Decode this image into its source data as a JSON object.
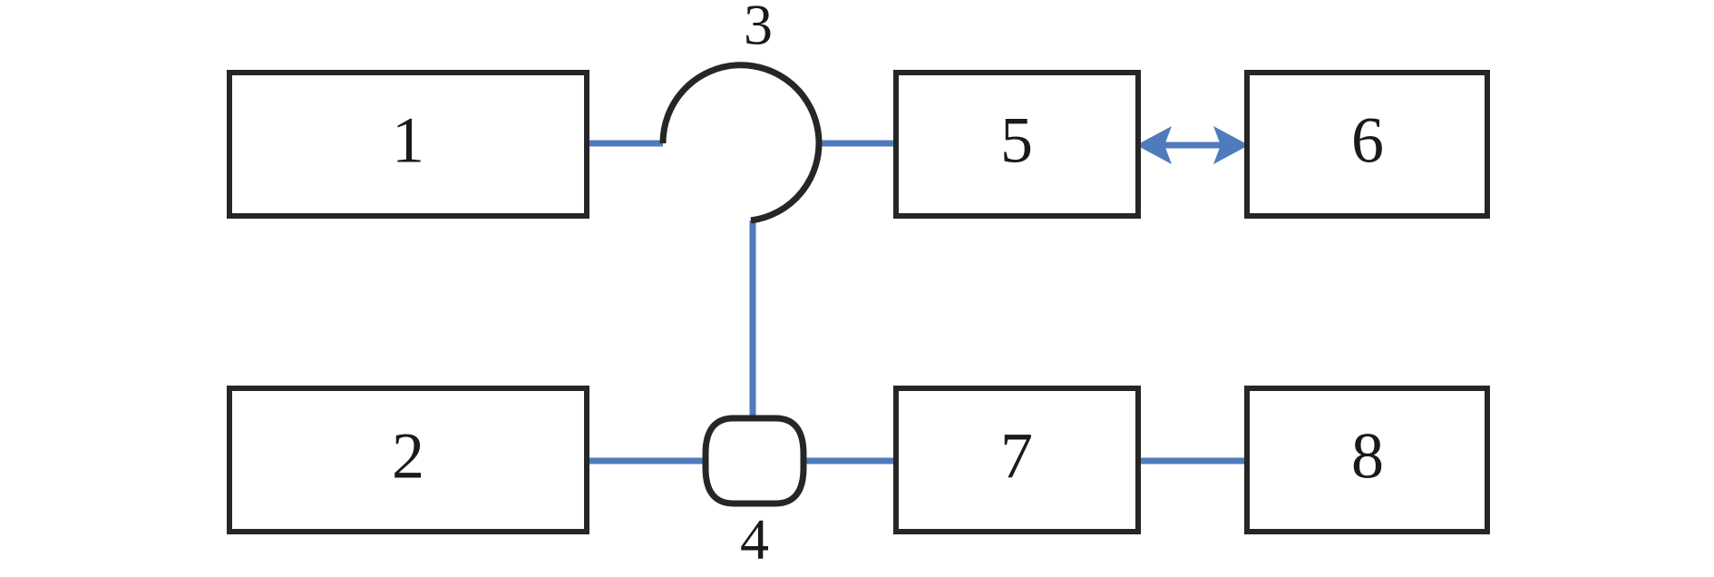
{
  "diagram": {
    "type": "block-diagram",
    "background_color": "#ffffff",
    "box_stroke_color": "#262626",
    "node_stroke_color": "#262626",
    "edge_color": "#4f7bbd",
    "label_color": "#1a1a1a",
    "nodes": [
      {
        "id": "1",
        "label": "1",
        "shape": "rectangle",
        "label_position": "inside"
      },
      {
        "id": "2",
        "label": "2",
        "shape": "rectangle",
        "label_position": "inside"
      },
      {
        "id": "3",
        "label": "3",
        "shape": "open-circle",
        "label_position": "above"
      },
      {
        "id": "4",
        "label": "4",
        "shape": "rounded-square",
        "label_position": "below"
      },
      {
        "id": "5",
        "label": "5",
        "shape": "rectangle",
        "label_position": "inside"
      },
      {
        "id": "6",
        "label": "6",
        "shape": "rectangle",
        "label_position": "inside"
      },
      {
        "id": "7",
        "label": "7",
        "shape": "rectangle",
        "label_position": "inside"
      },
      {
        "id": "8",
        "label": "8",
        "shape": "rectangle",
        "label_position": "inside"
      }
    ],
    "edges": [
      {
        "from": "1",
        "to": "3",
        "style": "plain"
      },
      {
        "from": "3",
        "to": "5",
        "style": "plain"
      },
      {
        "from": "5",
        "to": "6",
        "style": "double-arrow"
      },
      {
        "from": "3",
        "to": "4",
        "style": "plain"
      },
      {
        "from": "2",
        "to": "4",
        "style": "plain"
      },
      {
        "from": "4",
        "to": "7",
        "style": "plain"
      },
      {
        "from": "7",
        "to": "8",
        "style": "plain"
      }
    ]
  }
}
